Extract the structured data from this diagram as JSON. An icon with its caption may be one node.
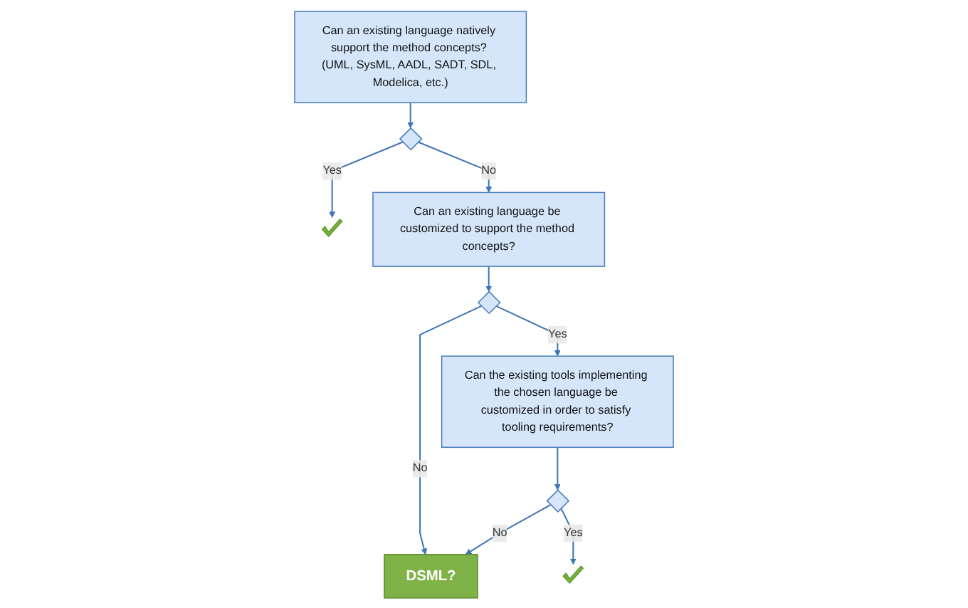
{
  "diagram": {
    "nodes": [
      {
        "text": [
          "Can an existing language natively support the method concepts? (UML, SysML, AADL, SADT, SDL, Modelica, etc.)"
        ]
      },
      {
        "text": [],
        "shape": "diamond"
      },
      {
        "text": [],
        "shape": "checkmark"
      },
      {
        "text": [
          "Can an existing language be customized to support the method concepts?"
        ]
      },
      {
        "text": [],
        "shape": "diamond"
      },
      {
        "text": [
          "DSML?"
        ]
      },
      {
        "text": [
          "Can the existing tools implementing the chosen language be customized in order to satisfy tooling requirements?"
        ]
      },
      {
        "text": [],
        "shape": "diamond"
      },
      {
        "text": [],
        "shape": "checkmark"
      }
    ],
    "edges": [
      {
        "from": 0,
        "to": 1,
        "arrow": "to"
      },
      {
        "from": 1,
        "to": 2,
        "label": "Yes",
        "arrow": "to"
      },
      {
        "from": 1,
        "to": 3,
        "label": "No",
        "arrow": "to"
      },
      {
        "from": 3,
        "to": 4,
        "arrow": "to"
      },
      {
        "from": 4,
        "to": 5,
        "label": "No",
        "arrow": "to"
      },
      {
        "from": 4,
        "to": 6,
        "label": "Yes",
        "arrow": "to"
      },
      {
        "from": 6,
        "to": 7,
        "arrow": "to"
      },
      {
        "from": 7,
        "to": 5,
        "label": "No",
        "arrow": "to"
      },
      {
        "from": 7,
        "to": 8,
        "label": "Yes",
        "arrow": "to"
      }
    ]
  }
}
